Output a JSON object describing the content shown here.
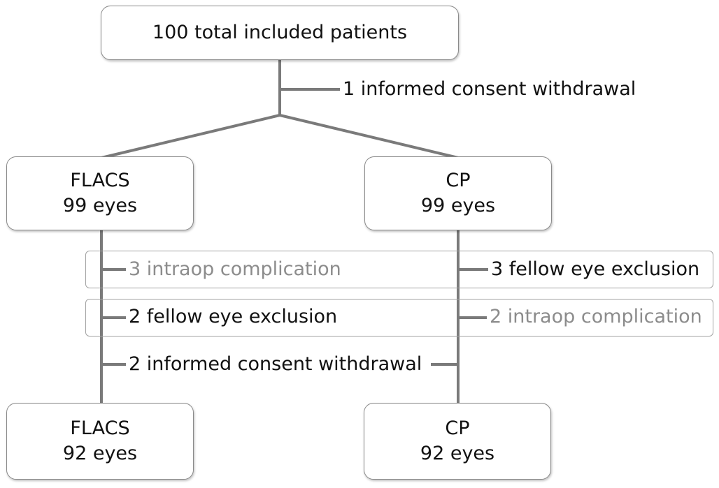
{
  "top_box": {
    "text": "100 total included patients"
  },
  "top_exclusion": {
    "text": "1 informed consent withdrawal"
  },
  "flacs_start": {
    "group": "FLACS",
    "eyes": "99 eyes"
  },
  "cp_start": {
    "group": "CP",
    "eyes": "99 eyes"
  },
  "flacs_exclusions": [
    {
      "text": "3 intraop complication",
      "emphasis": "gray"
    },
    {
      "text": "2 fellow eye exclusion",
      "emphasis": "normal"
    }
  ],
  "cp_exclusions": [
    {
      "text": "3 fellow eye exclusion",
      "emphasis": "normal"
    },
    {
      "text": "2 intraop complication",
      "emphasis": "gray"
    }
  ],
  "shared_exclusion": {
    "text": "2 informed consent withdrawal"
  },
  "flacs_end": {
    "group": "FLACS",
    "eyes": "92 eyes"
  },
  "cp_end": {
    "group": "CP",
    "eyes": "92 eyes"
  },
  "colors": {
    "line": "#7a7a7a",
    "box_border": "#8a8a8a",
    "band_border": "#a3a3a3",
    "gray_text": "#8c8c8c",
    "text": "#111111"
  }
}
